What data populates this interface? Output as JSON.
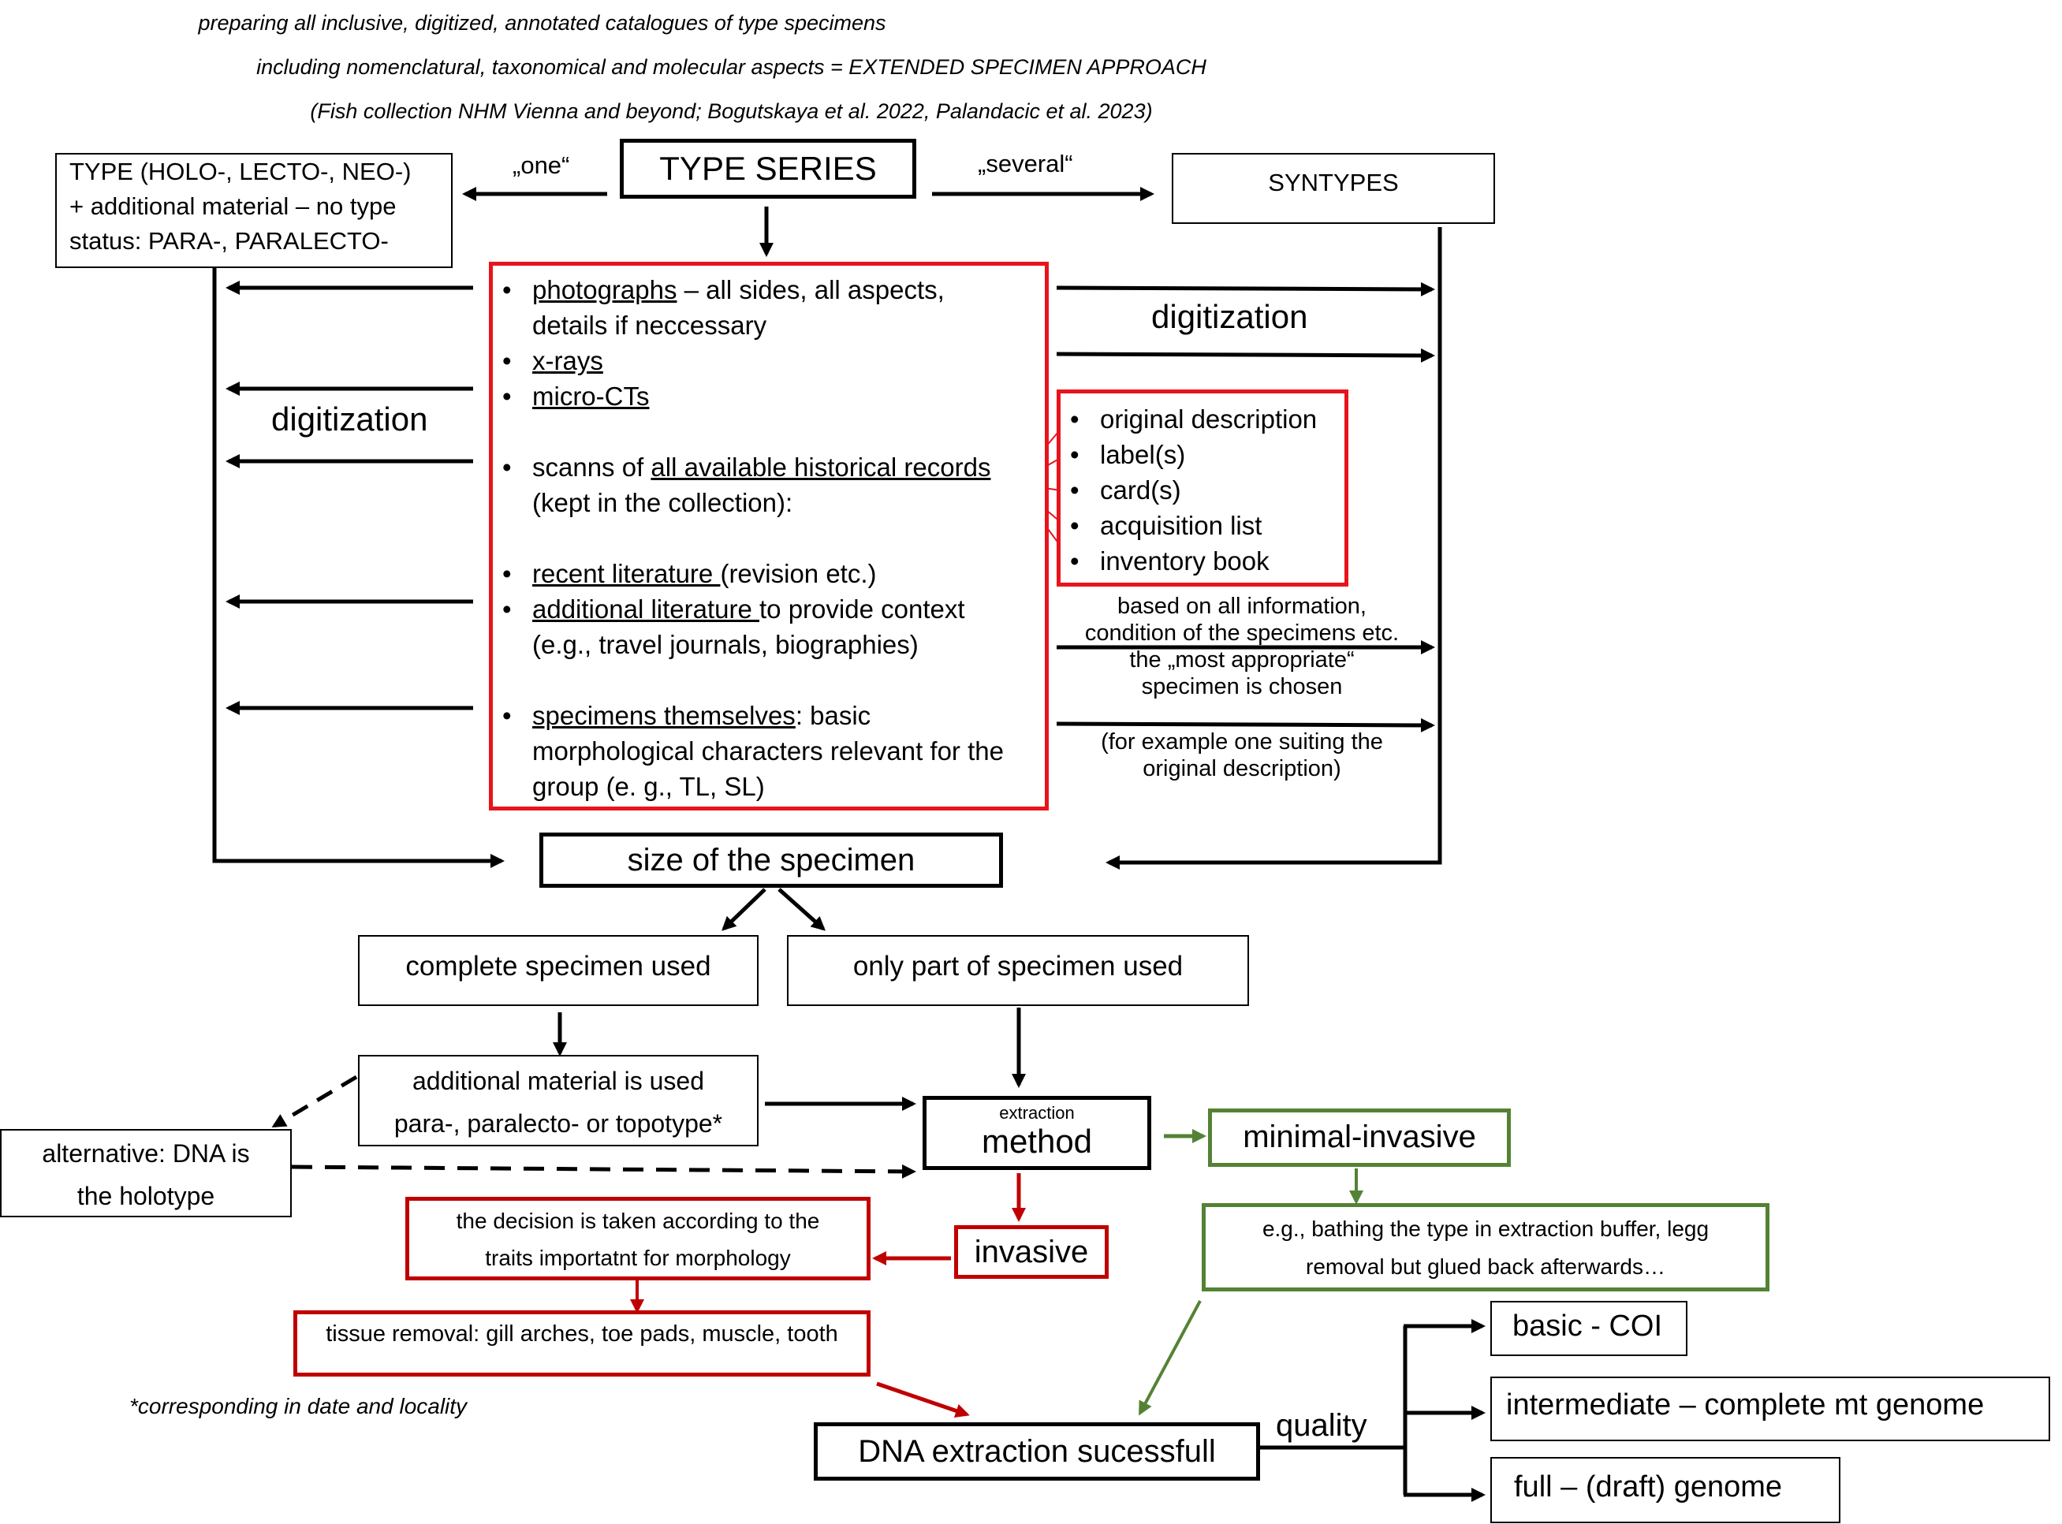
{
  "header": {
    "line1": "preparing all inclusive, digitized, annotated catalogues of type specimens",
    "line2": "including nomenclatural, taxonomical and molecular aspects = EXTENDED SPECIMEN APPROACH",
    "line3": "(Fish collection NHM Vienna and beyond; Bogutskaya et al. 2022, Palandacic et al. 2023)"
  },
  "type_series": {
    "title": "TYPE SERIES",
    "one_label": "„one“",
    "several_label": "„several“"
  },
  "type_box": {
    "line1": "TYPE (HOLO-, LECTO-, NEO-)",
    "line2": "+ additional material – no type",
    "line3": "status: PARA-, PARALECTO-"
  },
  "syntypes": {
    "label": "SYNTYPES"
  },
  "digitization_left": "digitization",
  "digitization_right": "digitization",
  "main_list": {
    "photographs_u": "photographs",
    "photographs_rest": " – all sides, all aspects,",
    "photographs_line2": "details if neccessary",
    "xrays": "x-rays",
    "microct": "micro-CTs",
    "scanns_pre": "scanns of ",
    "scanns_u": "all available historical records",
    "scanns_line2": "(kept in the collection):",
    "recent_u": "recent literature ",
    "recent_rest": "(revision etc.)",
    "additional_u": "additional literature ",
    "additional_rest": "to provide context",
    "additional_line2": "(e.g., travel journals, biographies)",
    "specimens_u": "specimens themselves",
    "specimens_rest": ": basic",
    "specimens_line2": "morphological characters relevant for the",
    "specimens_line3": "group (e. g., TL, SL)"
  },
  "records": [
    "original description",
    "label(s)",
    "card(s)",
    "acquisition list",
    "inventory book"
  ],
  "selection_note": {
    "line1": "based on all information,",
    "line2": "condition of the specimens etc.",
    "line3": "the „most appropriate“",
    "line4": "specimen is chosen"
  },
  "example_note": {
    "line1": "(for example one suiting the",
    "line2": "original description)"
  },
  "size_box": "size of the specimen",
  "complete_box": "complete specimen used",
  "part_box": "only part of specimen used",
  "additional_box": {
    "line1": "additional material is used",
    "line2": "para-, paralecto- or topotype*"
  },
  "alternative_box": {
    "line1": "alternative: DNA is",
    "line2": "the holotype"
  },
  "method_box": {
    "small": "extraction",
    "big": "method"
  },
  "minimal_invasive": {
    "label": "minimal-invasive",
    "example_line1": "e.g., bathing the type in extraction buffer, legg",
    "example_line2": "removal but glued back afterwards…"
  },
  "invasive": {
    "label": "invasive",
    "decision_line1": "the decision is taken according to the",
    "decision_line2": "traits importatnt for morphology",
    "tissue": "tissue removal: gill arches, toe pads, muscle, tooth"
  },
  "footnote": "*corresponding in date and locality",
  "dna_box": "DNA extraction sucessfull",
  "quality_label": "quality",
  "quality_levels": [
    "basic - COI",
    "intermediate – complete mt genome",
    "full – (draft) genome"
  ],
  "colors": {
    "black": "#000000",
    "red": "#e8141c",
    "darkred": "#c00000",
    "green": "#548235"
  }
}
